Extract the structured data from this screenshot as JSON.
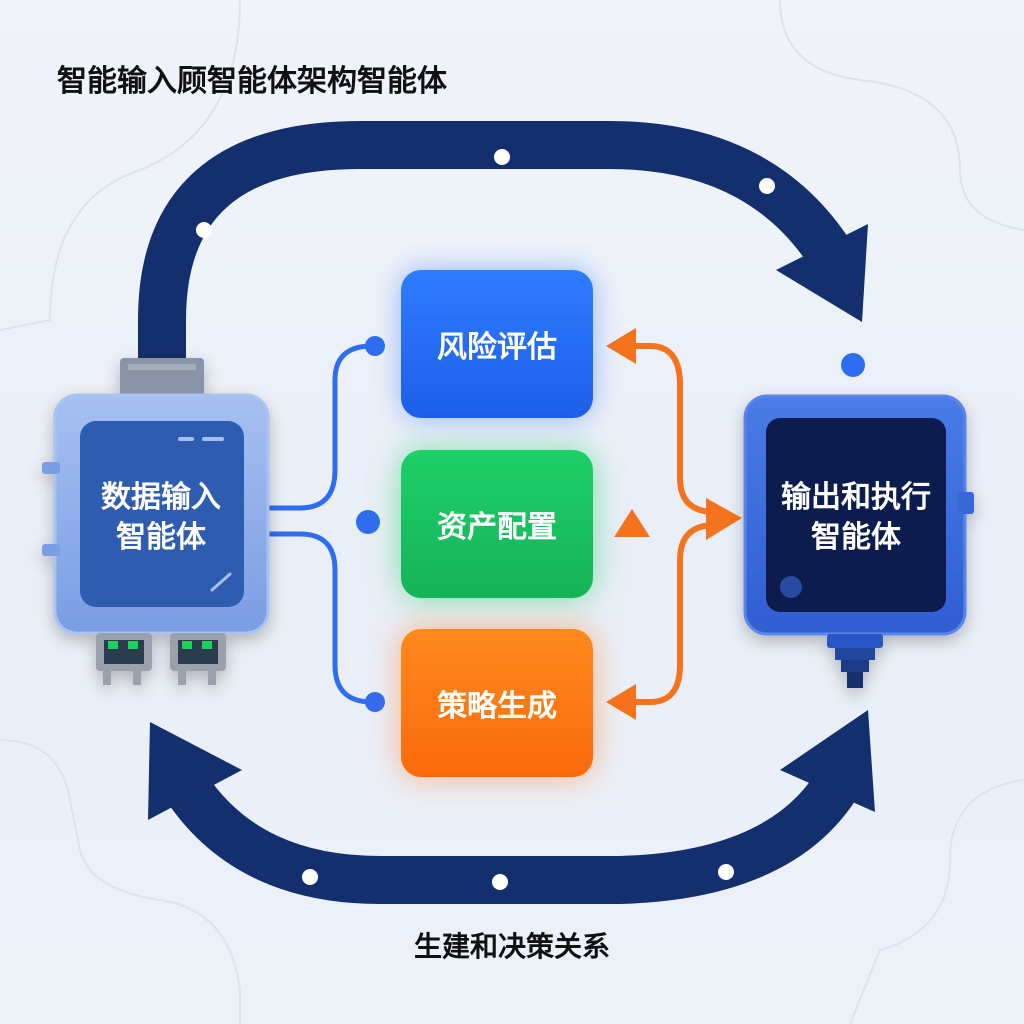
{
  "title": "智能输入顾智能体架构智能体",
  "caption": "生建和决策关系",
  "nodes": {
    "input_agent": {
      "line1": "数据输入",
      "line2": "智能体"
    },
    "risk": "风险评估",
    "asset": "资产配置",
    "strategy": "策略生成",
    "output_agent": {
      "line1": "输出和执行",
      "line2": "智能体"
    }
  },
  "colors": {
    "background": "#eef2f9",
    "arc": "#142f6e",
    "input_device": "#7fa3e8",
    "output_device": "#3868d8",
    "risk": "#2370f7",
    "asset": "#18c05f",
    "strategy": "#fb7712",
    "connector_left": "#2f6df0",
    "connector_right": "#f5731c"
  }
}
